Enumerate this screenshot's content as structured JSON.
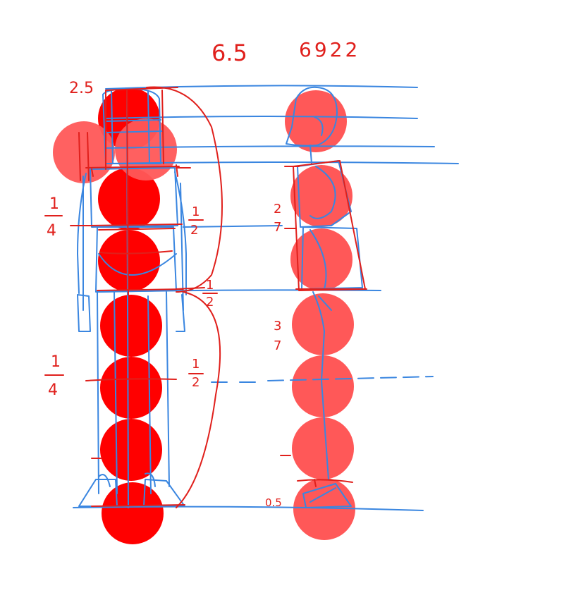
{
  "labels": {
    "top_left": "6.5",
    "top_right": "6922",
    "head_note": "2.5",
    "left_frac_upper_num": "1",
    "left_frac_upper_den": "4",
    "left_frac_lower_num": "1",
    "left_frac_lower_den": "4",
    "right_frac_1_num": "1",
    "right_frac_1_den": "2",
    "right_frac_2_num": "1",
    "right_frac_2_den": "2",
    "right_frac_3_num": "1",
    "right_frac_3_den": "2",
    "side_frac_upper_num": "2",
    "side_frac_upper_den": "7",
    "side_frac_lower_num": "3",
    "side_frac_lower_den": "7",
    "foot_note": "0.5"
  },
  "colors": {
    "front_circle": "#ff0000",
    "side_circle": "#ff5858",
    "sketch_blue": "#3a86e0",
    "sketch_red": "#e0201c"
  }
}
